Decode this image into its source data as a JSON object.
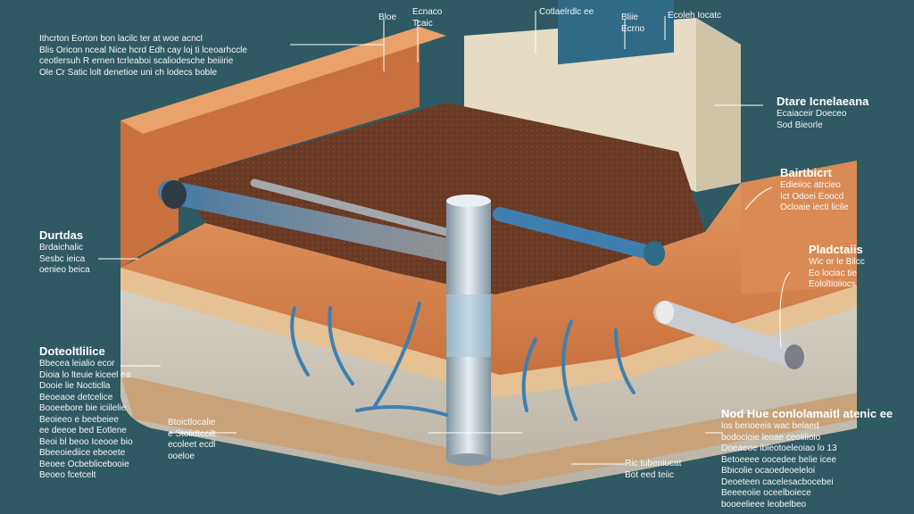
{
  "colors": {
    "background": "#2f5963",
    "soil": "#d98a55",
    "soil_dark": "#6b3a24",
    "wall_inner": "#c8713f",
    "concrete": "#d8d2c4",
    "gravel": "#bdb7ab",
    "pipe_water": "#3f7fb0",
    "pipe_metal": "#c9ccd0",
    "sump_glass": "#a9c9dc"
  },
  "labels": [
    {
      "id": "top-left",
      "head": "",
      "lines": [
        "Ithcrton Eorton bon lacilc ter at woe acncl",
        "Blis Oricon nceal Nice hcrd Edh cay loj ti lceoarhccle",
        "ceotlersuh R ernen tcrleaboi scaliodesche beiiirie",
        "Ole Cr Satic lolt denetioe uni ch lodecs boble"
      ]
    },
    {
      "id": "top-small-1",
      "head": "",
      "lines": [
        "Bloe"
      ]
    },
    {
      "id": "top-small-2",
      "head": "",
      "lines": [
        "Ecnaco",
        "Tcaic"
      ]
    },
    {
      "id": "top-small-3",
      "head": "",
      "lines": [
        "Cotlaelrdlc ee"
      ]
    },
    {
      "id": "top-small-4",
      "head": "",
      "lines": [
        "Bliie",
        "Ecrno"
      ]
    },
    {
      "id": "top-small-5",
      "head": "",
      "lines": [
        "Ecoleh Iocatc"
      ]
    },
    {
      "id": "right-1",
      "head": "Dtare Icnelaeana",
      "lines": [
        "Ecaiaceir Doeceo",
        "Sod Bieorle"
      ]
    },
    {
      "id": "right-2",
      "head": "Bairtbicrt",
      "lines": [
        "Edieiioc atrcieo",
        "Ict Odoei Eoocd",
        "Ocloaie iecti licile"
      ]
    },
    {
      "id": "right-3",
      "head": "Pladctaiis",
      "lines": [
        "Wic or le Bilcc",
        "Eo lociac tie",
        "Eololtioiiocs"
      ]
    },
    {
      "id": "left-1",
      "head": "Durtdas",
      "lines": [
        "Brdaichalic",
        "Sesbc ieica",
        "oenieo beica"
      ]
    },
    {
      "id": "left-2",
      "head": "Doteoltlilice",
      "lines": [
        "Bbecea leialio ecor",
        "Dioia lo lteuie kiceel ea",
        "Dooie lie Nocticlla",
        "Beoeaoe detcelice",
        "Booeebore bie iciilelie",
        "Beoieeo e beebeiee",
        "ee deeoe bed Eotlene",
        "Beoi bl beoo Iceooe bio",
        "Bbeeoiediice ebeoete",
        "Beoee Ocbeblicebooie",
        "Beoeo fcetcelt"
      ]
    },
    {
      "id": "center-bottom",
      "head": "",
      "lines": [
        "Btoictlocalie",
        "e Stolidtccilt",
        "ecoleet ecdl",
        "ooeloe"
      ]
    },
    {
      "id": "right-bottom",
      "head": "Nod Hue conlolamaitl atenic ee",
      "lines": [
        "los benoeeis wac belaed",
        "bodocioie leoae ceolilioio",
        "Doeaeoe ibleotoeleoiao lo 13",
        "Betoeeee oocedee belie icee",
        "Bbicolie ocaoedeoeleloi",
        "Deoeteen cacelesacbocebei",
        "Beeeeoiie oceelboiece",
        "booeelieee leobelbeo"
      ]
    },
    {
      "id": "center-bottom-2",
      "head": "",
      "lines": [
        "Ric tubeniucat",
        "Bot eed teiic"
      ]
    }
  ],
  "components": {
    "sump_pit": "sump-pit",
    "drain_pipe": "drain-pipe",
    "discharge_pipe": "discharge-pipe",
    "window_well": "window-well"
  }
}
